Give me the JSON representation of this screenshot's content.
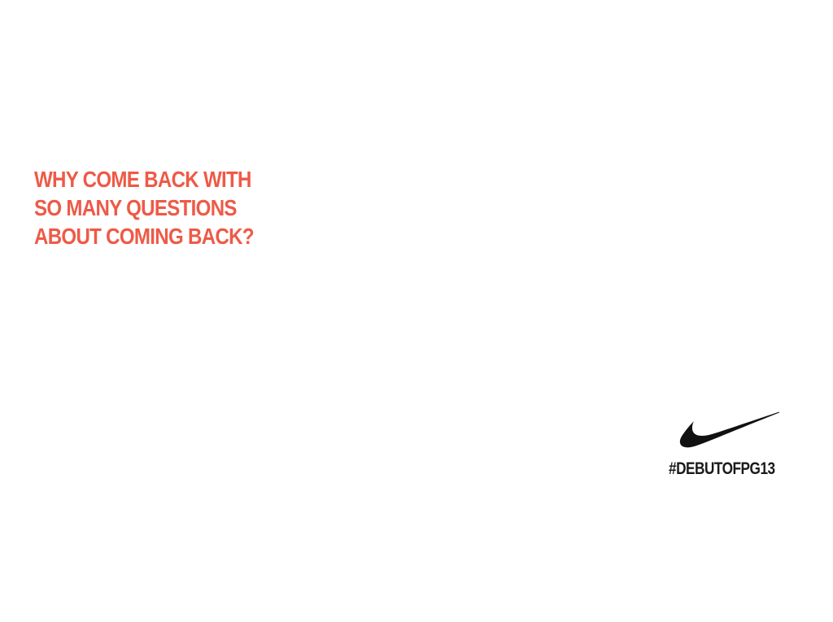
{
  "headline": {
    "lines": [
      "WHY COME BACK WITH",
      "SO MANY QUESTIONS",
      "ABOUT COMING BACK?"
    ]
  },
  "brand": {
    "logo_icon": "nike-swoosh-icon",
    "hashtag": "#DEBUTOFPG13"
  },
  "colors": {
    "background": "#ffffff",
    "headline": "#ee5a47",
    "logo": "#111111",
    "hashtag": "#1a1a1a"
  }
}
